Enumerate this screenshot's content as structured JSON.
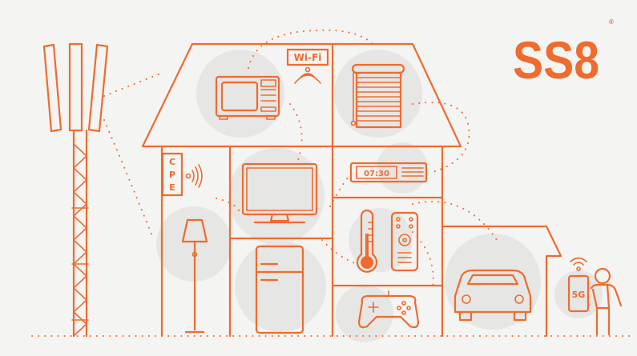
{
  "logo": {
    "text": "SS8",
    "registered": "®"
  },
  "labels": {
    "wifi": "Wi-Fi",
    "cpe": [
      "C",
      "P",
      "E"
    ],
    "clock_time": "07:30",
    "phone_network": "5G"
  },
  "colors": {
    "accent": "#ef6b2e",
    "background": "#f4f4f2",
    "circle": "#e6e6e4"
  }
}
